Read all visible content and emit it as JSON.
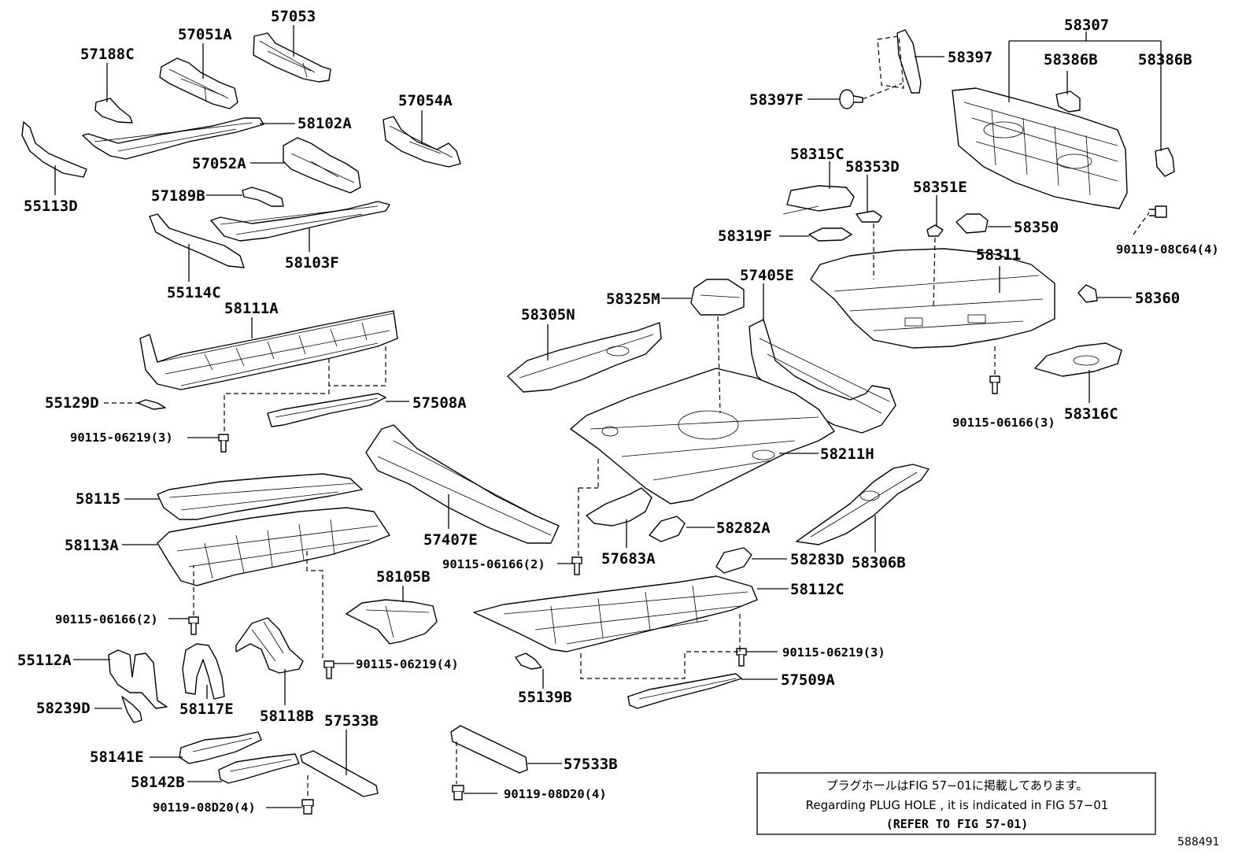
{
  "parts": {
    "p57053": "57053",
    "p57051A": "57051A",
    "p57188C": "57188C",
    "p58102A": "58102A",
    "p57054A": "57054A",
    "p57052A": "57052A",
    "p55113D": "55113D",
    "p57189B": "57189B",
    "p58103F": "58103F",
    "p55114C": "55114C",
    "p58111A": "58111A",
    "p55129D": "55129D",
    "p57508A": "57508A",
    "p90115_06219_3a": "90115-06219(3)",
    "p58115": "58115",
    "p58113A": "58113A",
    "p57407E": "57407E",
    "p58105B": "58105B",
    "p90115_06166_2a": "90115-06166(2)",
    "p90115_06219_4": "90115-06219(4)",
    "p55112A": "55112A",
    "p58239D": "58239D",
    "p58117E": "58117E",
    "p58118B": "58118B",
    "p57533B_a": "57533B",
    "p58141E": "58141E",
    "p58142B": "58142B",
    "p90119_08D20_4a": "90119-08D20(4)",
    "p58307": "58307",
    "p58397": "58397",
    "p58386B_a": "58386B",
    "p58386B_b": "58386B",
    "p58397F": "58397F",
    "p58315C": "58315C",
    "p58353D": "58353D",
    "p58351E": "58351E",
    "p58350": "58350",
    "p58319F": "58319F",
    "p90119_08C64_4": "90119-08C64(4)",
    "p58311": "58311",
    "p58325M": "58325M",
    "p57405E": "57405E",
    "p58360": "58360",
    "p58305N": "58305N",
    "p90115_06166_3": "90115-06166(3)",
    "p58316C": "58316C",
    "p58211H": "58211H",
    "p58282A": "58282A",
    "p90115_06166_2b": "90115-06166(2)",
    "p57683A": "57683A",
    "p58283D": "58283D",
    "p58306B": "58306B",
    "p58112C": "58112C",
    "p90115_06219_3b": "90115-06219(3)",
    "p55139B": "55139B",
    "p57509A": "57509A",
    "p57533B_b": "57533B",
    "p90119_08D20_4b": "90119-08D20(4)"
  },
  "note": {
    "line_jp": "プラグホールはFIG 57−01に掲載してあります。",
    "line_en": "Regarding  PLUG  HOLE , it is indicated in FIG  57−01",
    "line_ref": "(REFER TO FIG 57-01)"
  },
  "figure_code": "588491"
}
